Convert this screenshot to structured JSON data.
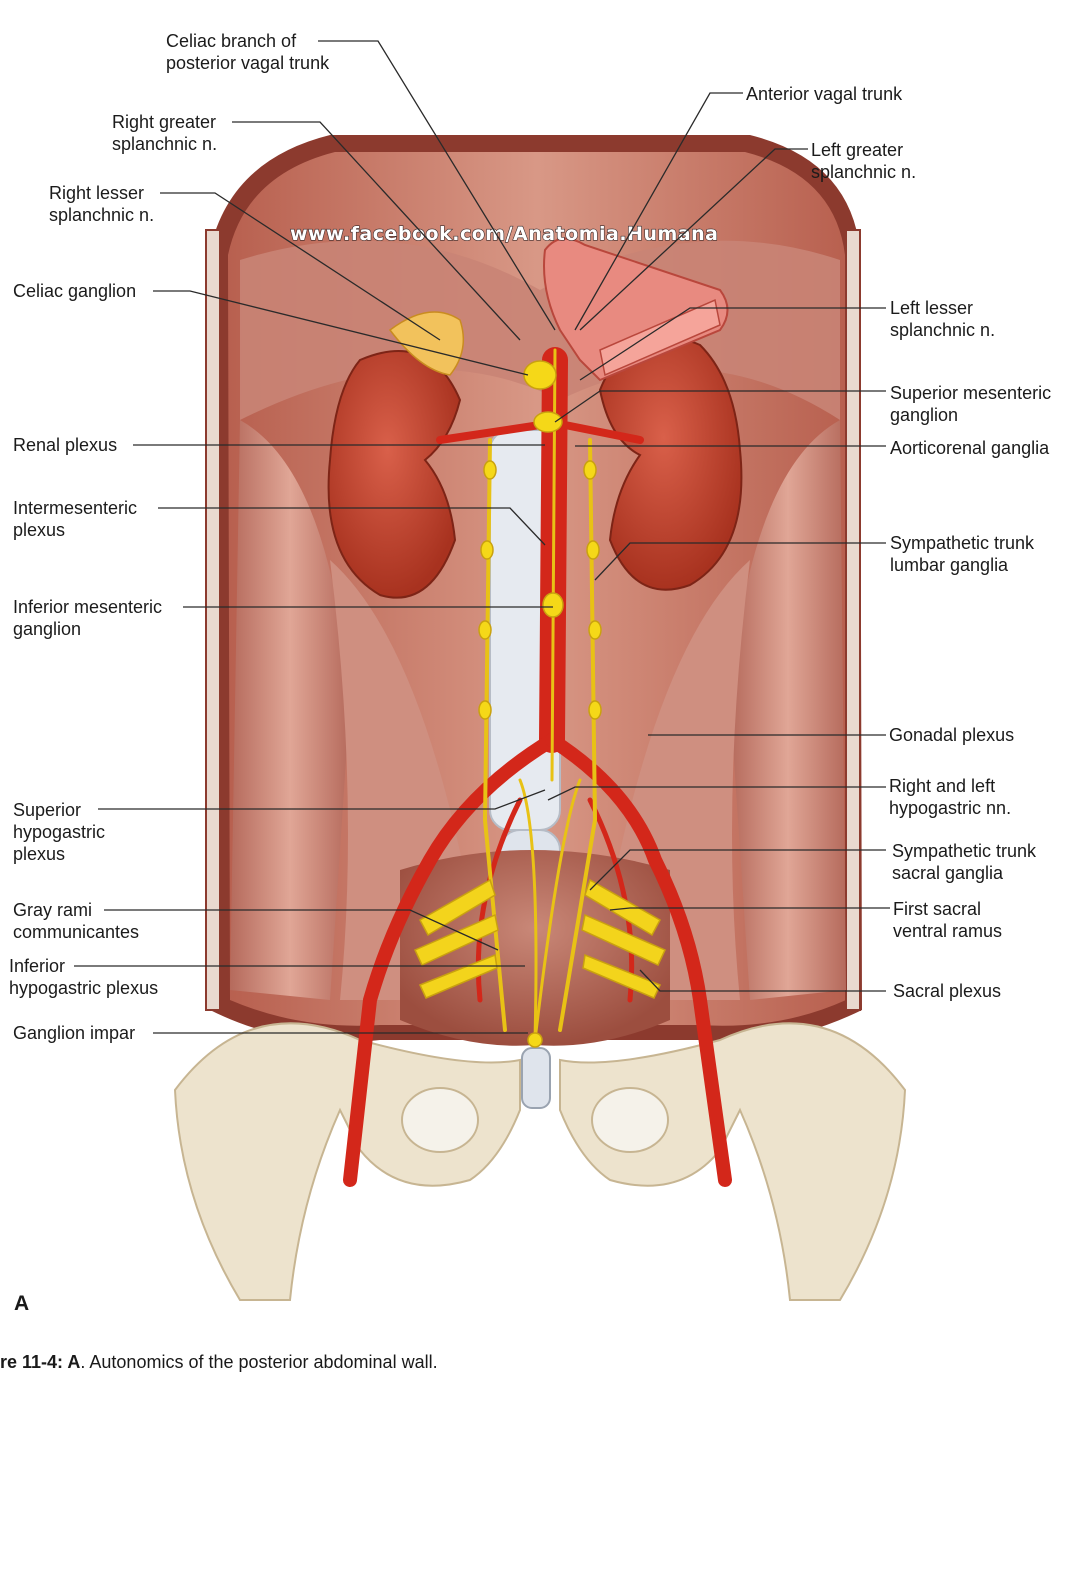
{
  "watermark": "www.facebook.com/Anatomia.Humana",
  "panel_letter": "A",
  "caption": {
    "prefix": "re 11-4: ",
    "letter": "A",
    "text": ". Autonomics of the posterior abdominal wall."
  },
  "labels_left": {
    "celiac_branch": "Celiac branch of\nposterior vagal trunk",
    "right_greater_splanchnic": "Right greater\nsplanchnic n.",
    "right_lesser_splanchnic": "Right lesser\nsplanchnic n.",
    "celiac_ganglion": "Celiac ganglion",
    "renal_plexus": "Renal plexus",
    "intermesenteric_plexus": "Intermesenteric\nplexus",
    "inferior_mesenteric_ganglion": "Inferior mesenteric\nganglion",
    "superior_hypogastric_plexus": "Superior\nhypogastric\nplexus",
    "gray_rami": "Gray rami\ncommunicantes",
    "inferior_hypogastric_plexus": "Inferior\nhypogastric plexus",
    "ganglion_impar": "Ganglion impar"
  },
  "labels_right": {
    "anterior_vagal_trunk": "Anterior vagal trunk",
    "left_greater_splanchnic": "Left greater\nsplanchnic n.",
    "left_lesser_splanchnic": "Left lesser\nsplanchnic n.",
    "superior_mesenteric_ganglion": "Superior mesenteric\nganglion",
    "aorticorenal_ganglia": "Aorticorenal ganglia",
    "sympathetic_trunk_lumbar": "Sympathetic trunk\nlumbar ganglia",
    "gonadal_plexus": "Gonadal plexus",
    "hypogastric_nn": "Right and left\nhypogastric nn.",
    "sympathetic_trunk_sacral": "Sympathetic trunk\nsacral ganglia",
    "first_sacral_ventral_ramus": "First sacral\nventral ramus",
    "sacral_plexus": "Sacral plexus"
  },
  "colors": {
    "muscle": "#c8786a",
    "muscle_dark": "#8e3b30",
    "kidney": "#c2402e",
    "artery": "#d22a1a",
    "nerve": "#f2d21a",
    "bone": "#efe7d3",
    "vertebra": "#e4e8ee",
    "stomach": "#e8867e",
    "adrenal": "#f4c24a"
  }
}
